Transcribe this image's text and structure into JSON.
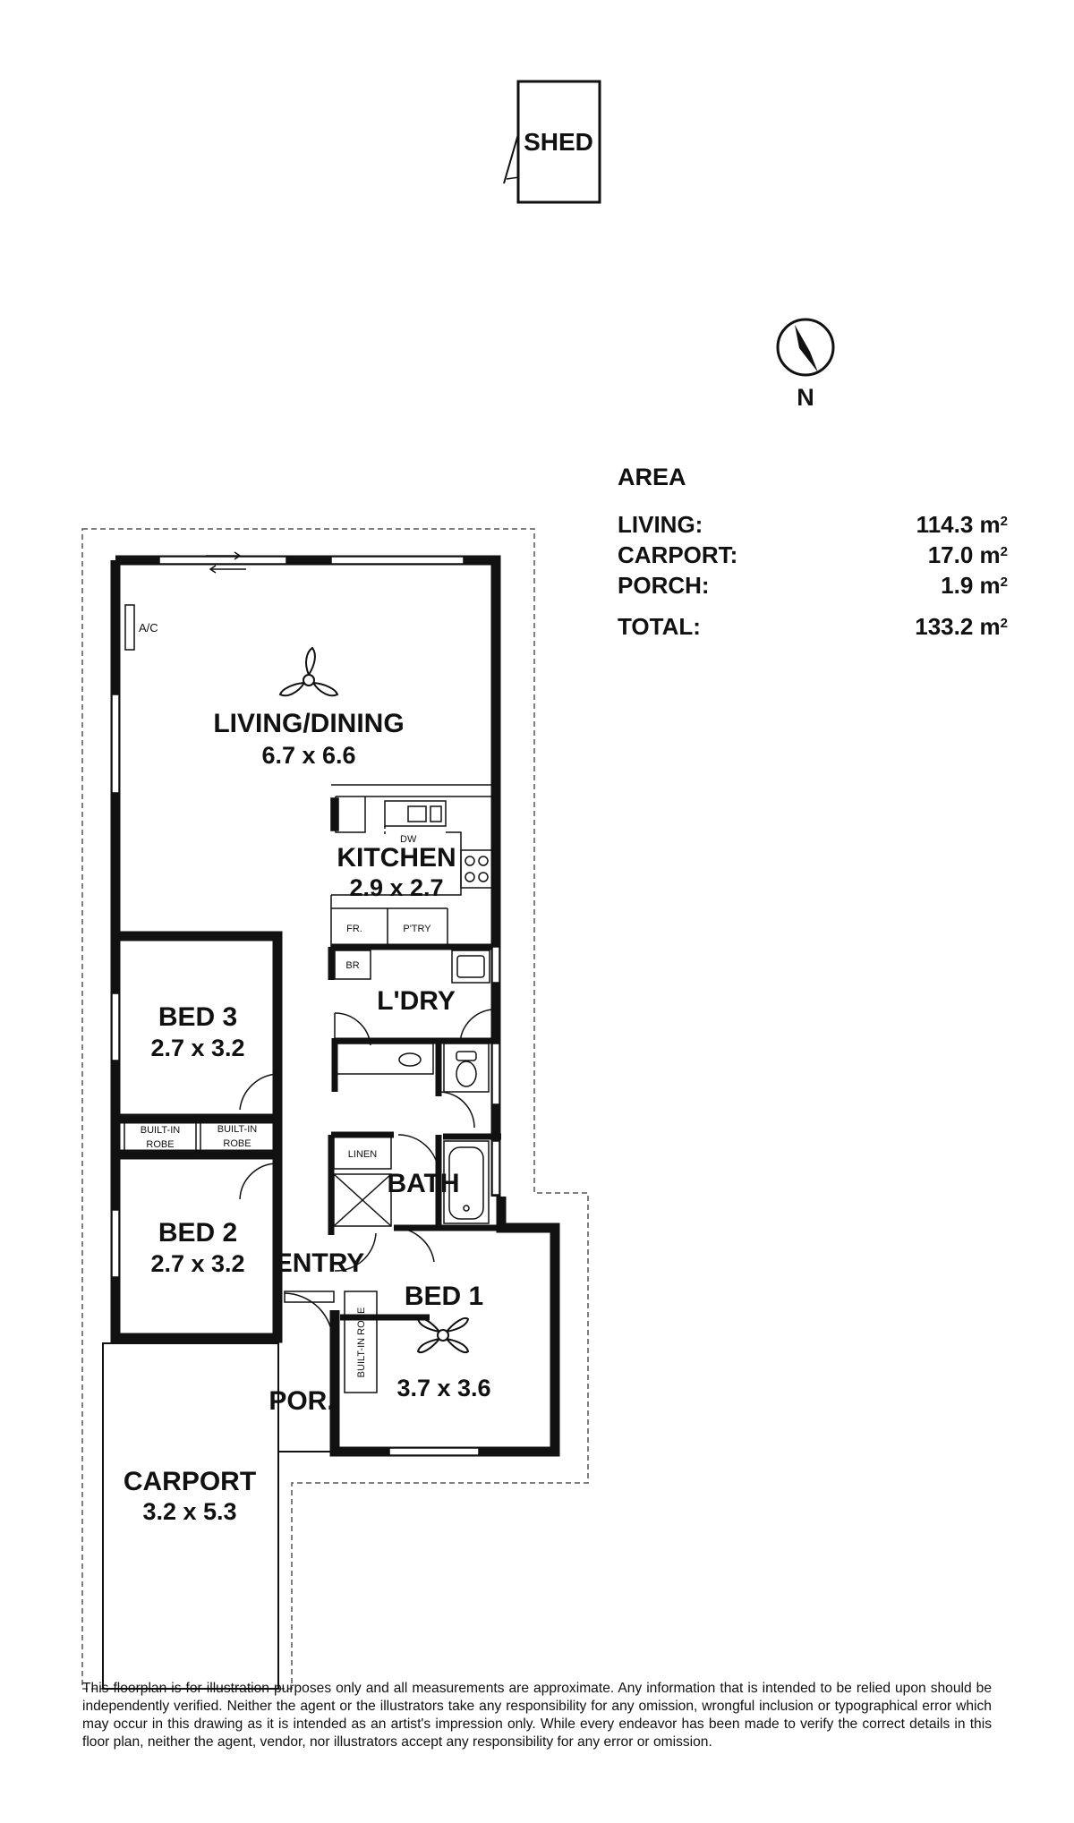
{
  "shed": {
    "label": "SHED"
  },
  "compass": {
    "label": "N"
  },
  "rooms": {
    "living": {
      "name": "LIVING/DINING",
      "dims": "6.7 x 6.6"
    },
    "kitchen": {
      "name": "KITCHEN",
      "dims": "2.9 x 2.7"
    },
    "laundry": {
      "name": "L'DRY"
    },
    "bed3": {
      "name": "BED 3",
      "dims": "2.7 x 3.2"
    },
    "bed2": {
      "name": "BED 2",
      "dims": "2.7 x 3.2"
    },
    "bed1": {
      "name": "BED 1",
      "dims": "3.7 x 3.6"
    },
    "bath": {
      "name": "BATH"
    },
    "entry": {
      "name": "ENTRY"
    },
    "porch": {
      "name": "POR."
    },
    "carport": {
      "name": "CARPORT",
      "dims": "3.2 x 5.3"
    }
  },
  "fixtures": {
    "ac": "A/C",
    "dw": "DW",
    "fridge": "FR.",
    "pantry": "P'TRY",
    "broom": "BR",
    "linen": "LINEN",
    "robe_line1": "BUILT-IN",
    "robe_line2": "ROBE",
    "bed1_robe": "BUILT-IN ROBE"
  },
  "area": {
    "title": "AREA",
    "rows": [
      {
        "label": "LIVING:",
        "value": "114.3 m",
        "unit_sup": "2"
      },
      {
        "label": "CARPORT:",
        "value": "17.0 m",
        "unit_sup": "2"
      },
      {
        "label": "PORCH:",
        "value": "1.9 m",
        "unit_sup": "2"
      }
    ],
    "total": {
      "label": "TOTAL:",
      "value": "133.2 m",
      "unit_sup": "2"
    }
  },
  "disclaimer": "This floorplan is for illustration purposes only and all measurements are approximate. Any information that is intended to be relied upon should be independently verified. Neither the agent or the illustrators take any responsibility for any omission, wrongful inclusion or typographical error which may occur in this drawing as it is intended as an artist's impression only. While every endeavor has been made to verify the correct details in this floor plan, neither the agent, vendor, nor illustrators accept any responsibility for any error or omission."
}
